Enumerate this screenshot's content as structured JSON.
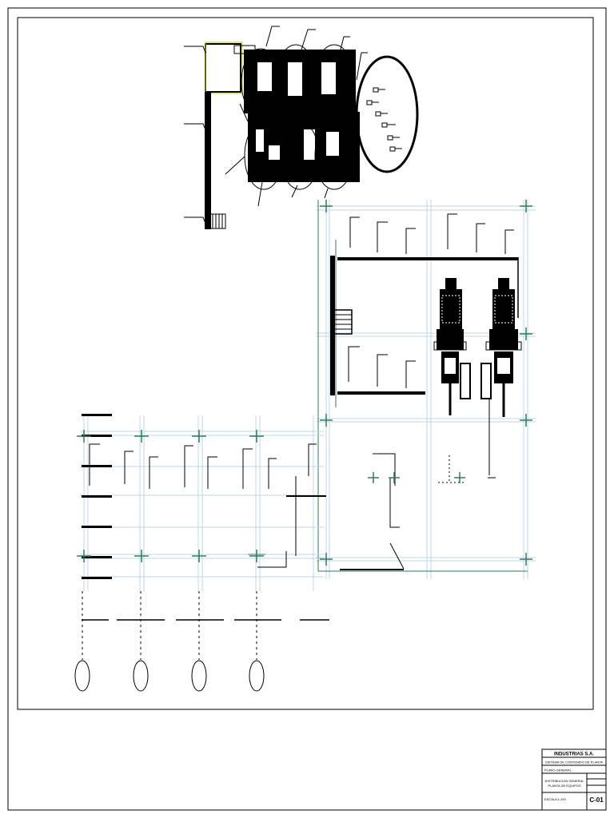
{
  "title_block": {
    "company": "INDUSTRIAS S.A.",
    "project": "SISTEMA DE CONTENIDO DE PLANTA",
    "subtitle": "PLANO GENERAL",
    "drawing_title": "DISTRIBUCION GENERAL",
    "drawing_subtitle": "PLANTA DE EQUIPOS",
    "scale_note": "ESCALA 1:100",
    "sheet_number": "C-01"
  },
  "palette": {
    "line": "#000000",
    "grid": "#bcd6e8",
    "marker": "#2e7d5b",
    "accent": "#c8c800"
  }
}
